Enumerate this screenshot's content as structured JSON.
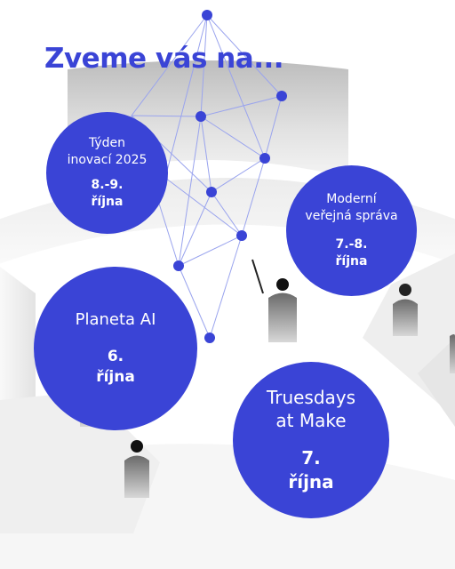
{
  "headline": "Zveme vás na...",
  "colors": {
    "brand_blue": "#3a44d6",
    "network_line": "#9aa4ee",
    "background": "#ffffff"
  },
  "events": [
    {
      "name_lines": [
        "Týden",
        "inovací 2025"
      ],
      "date_lines": [
        "8.-9.",
        "října"
      ]
    },
    {
      "name_lines": [
        "Moderní",
        "veřejná správa"
      ],
      "date_lines": [
        "7.-8.",
        "října"
      ]
    },
    {
      "name_lines": [
        "Planeta AI"
      ],
      "date_lines": [
        "6.",
        "října"
      ]
    },
    {
      "name_lines": [
        "Truesdays",
        "at Make"
      ],
      "date_lines": [
        "7.",
        "října"
      ]
    }
  ]
}
